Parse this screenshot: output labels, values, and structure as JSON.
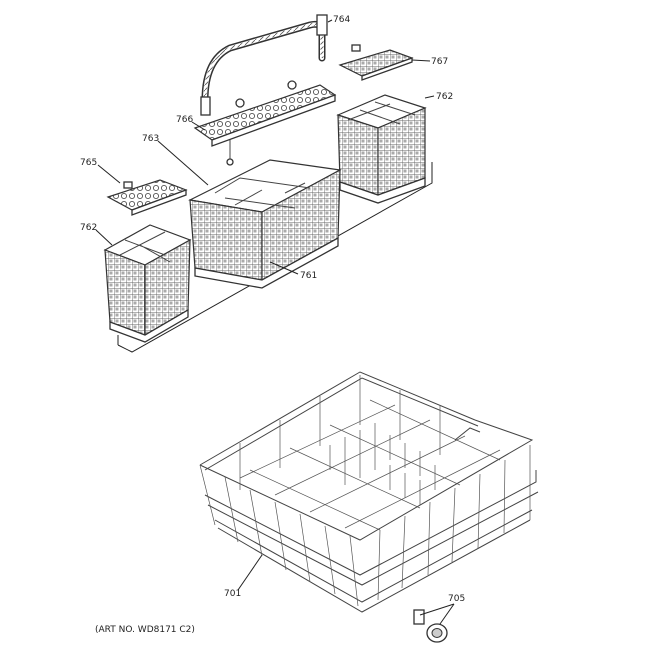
{
  "diagram": {
    "part_labels": {
      "p764": "764",
      "p767": "767",
      "p762_top": "762",
      "p766": "766",
      "p763": "763",
      "p765": "765",
      "p762_left": "762",
      "p761": "761",
      "p701": "701",
      "p705": "705"
    },
    "art_number": "(ART NO. WD8171 C2)"
  }
}
